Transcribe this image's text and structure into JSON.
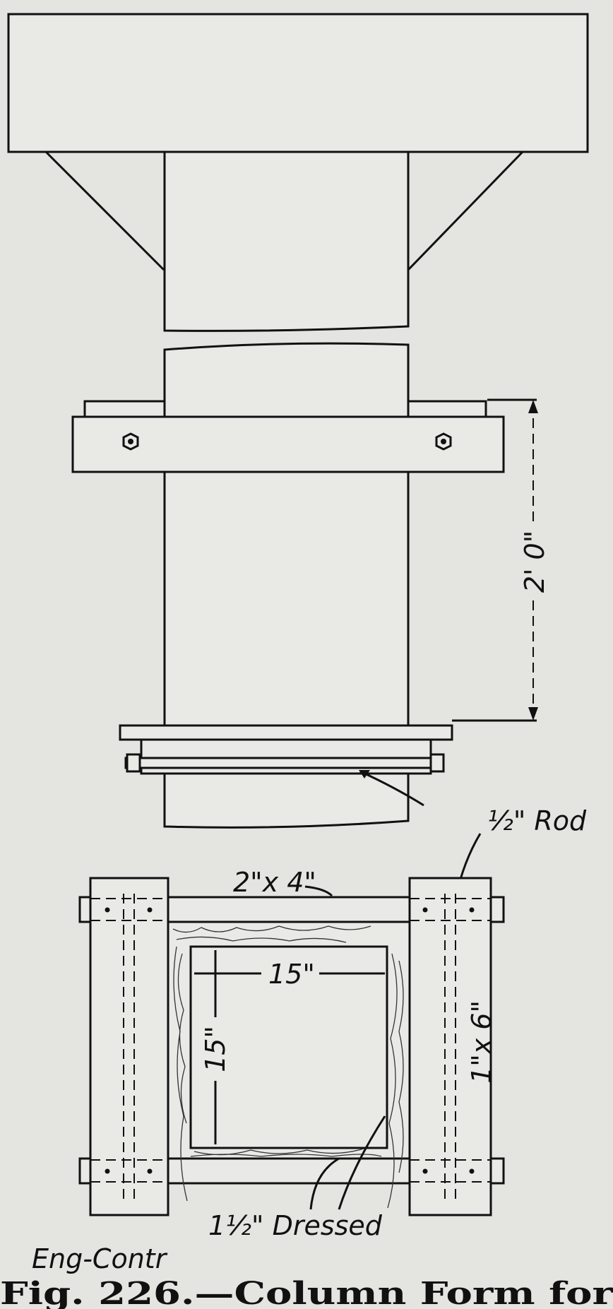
{
  "labels": {
    "dimension_height": "2' 0\"",
    "rod": "½\" Rod",
    "top_member": "2\"x 4\"",
    "inner_width": "15\"",
    "inner_height": "15\"",
    "side_member": "1\"x 6\"",
    "dressed": "1½\" Dressed",
    "credit": "Eng-Contr"
  },
  "caption": "Fig. 226.—Column Form for"
}
